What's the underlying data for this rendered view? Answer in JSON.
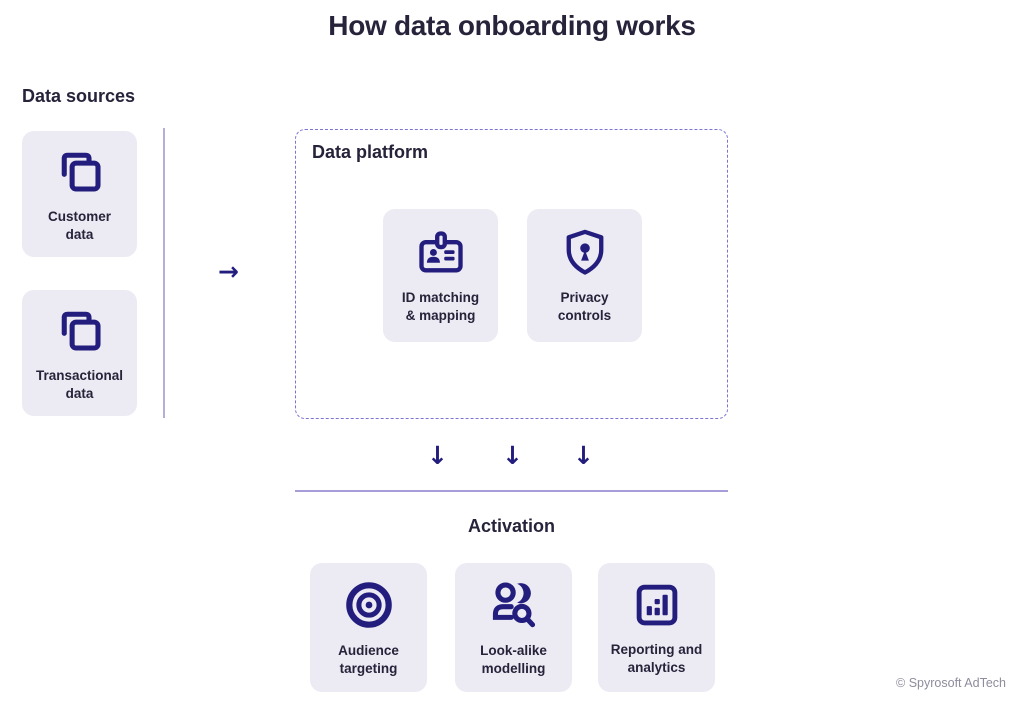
{
  "title": "How data onboarding works",
  "colors": {
    "text": "#26233A",
    "icon": "#231D7D",
    "card_bg": "#ECEBF3",
    "dashed_border": "#7B74D2",
    "divider": "#B5ADDC",
    "line": "#A59ED8",
    "muted": "#8D8D9C",
    "background": "#FFFFFF"
  },
  "sources": {
    "heading": "Data sources",
    "cards": [
      {
        "label": "Customer\ndata",
        "icon": "copy-icon"
      },
      {
        "label": "Transactional\ndata",
        "icon": "copy-icon"
      }
    ]
  },
  "flow": {
    "right_arrow": "→",
    "down_arrow": "↓"
  },
  "platform": {
    "heading": "Data platform",
    "cards": [
      {
        "label": "ID matching\n& mapping",
        "icon": "id-badge-icon"
      },
      {
        "label": "Privacy\ncontrols",
        "icon": "shield-icon"
      }
    ]
  },
  "activation": {
    "heading": "Activation",
    "cards": [
      {
        "label": "Audience\ntargeting",
        "icon": "target-icon"
      },
      {
        "label": "Look-alike\nmodelling",
        "icon": "people-search-icon"
      },
      {
        "label": "Reporting and\nanalytics",
        "icon": "bar-chart-icon"
      }
    ]
  },
  "footer": {
    "credit": "© Spyrosoft AdTech"
  }
}
